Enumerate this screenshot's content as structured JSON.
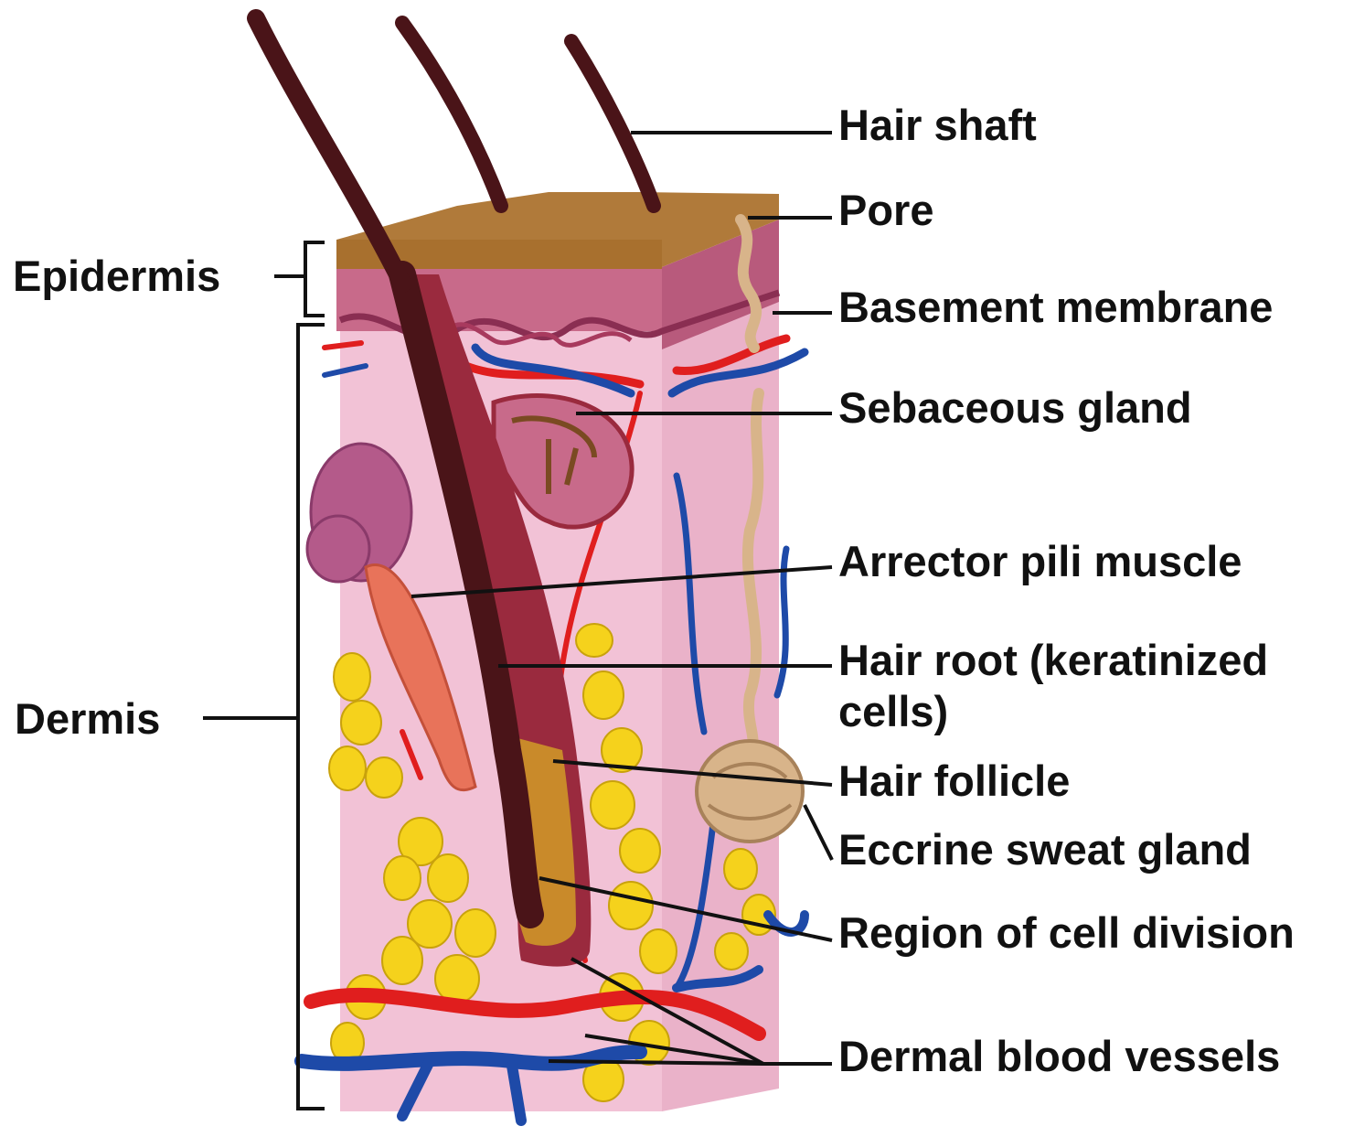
{
  "labels": {
    "epidermis": "Epidermis",
    "dermis": "Dermis",
    "hair_shaft": "Hair shaft",
    "pore": "Pore",
    "basement_membrane": "Basement membrane",
    "sebaceous_gland": "Sebaceous gland",
    "arrector_pili_muscle": "Arrector pili muscle",
    "hair_root": "Hair root (keratinized cells)",
    "hair_follicle": "Hair follicle",
    "eccrine_sweat_gland": "Eccrine sweat gland",
    "region_of_cell_division": "Region of cell division",
    "dermal_blood_vessels": "Dermal blood vessels"
  },
  "colors": {
    "epidermis_top": "#b07a3a",
    "epidermis": "#c86a8a",
    "dermis": "#f2c2d6",
    "hair": "#4a1418",
    "follicle": "#9a2a3e",
    "fat": "#f5d21c",
    "artery": "#e01e1e",
    "vein": "#1e4aa8",
    "sweat_gland": "#d8b48a",
    "muscle": "#e8735a",
    "leader": "#111111"
  }
}
